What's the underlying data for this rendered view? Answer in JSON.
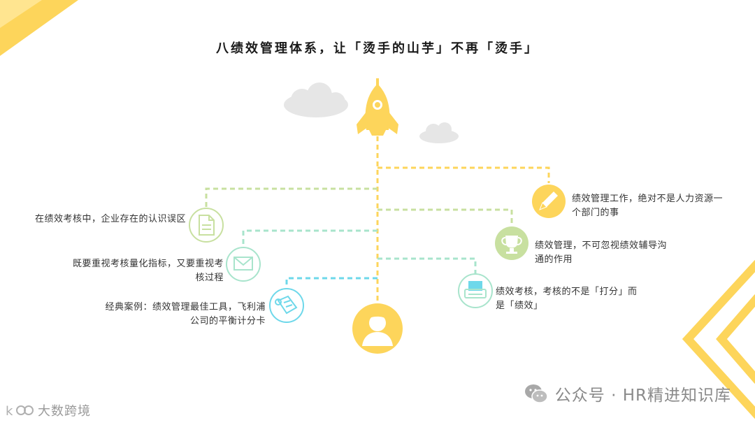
{
  "title": "八绩效管理体系，让「烫手的山芋」不再「烫手」",
  "colors": {
    "yellow": "#FDD55B",
    "green": "#C8E0A0",
    "teal": "#A8E4CC",
    "cyan": "#6ED8EA",
    "cloud": "#E6E6E6"
  },
  "items": {
    "left": [
      {
        "text": "在绩效考核中，企业存在的认识误区",
        "icon": "document-icon"
      },
      {
        "text": "既要重视考核量化指标，又要重视考核过程",
        "icon": "envelope-icon"
      },
      {
        "text": "经典案例：绩效管理最佳工具，飞利浦公司的平衡计分卡",
        "icon": "scroll-icon"
      }
    ],
    "right": [
      {
        "text": "绩效管理工作，绝对不是人力资源一个部门的事",
        "icon": "pencil-icon"
      },
      {
        "text": "绩效管理，不可忽视绩效辅导沟通的作用",
        "icon": "trophy-icon"
      },
      {
        "text": "绩效考核，考核的不是「打分」而是「绩效」",
        "icon": "printer-icon"
      }
    ]
  },
  "watermark": "公众号 · HR精进知识库",
  "brand": "大数跨境"
}
